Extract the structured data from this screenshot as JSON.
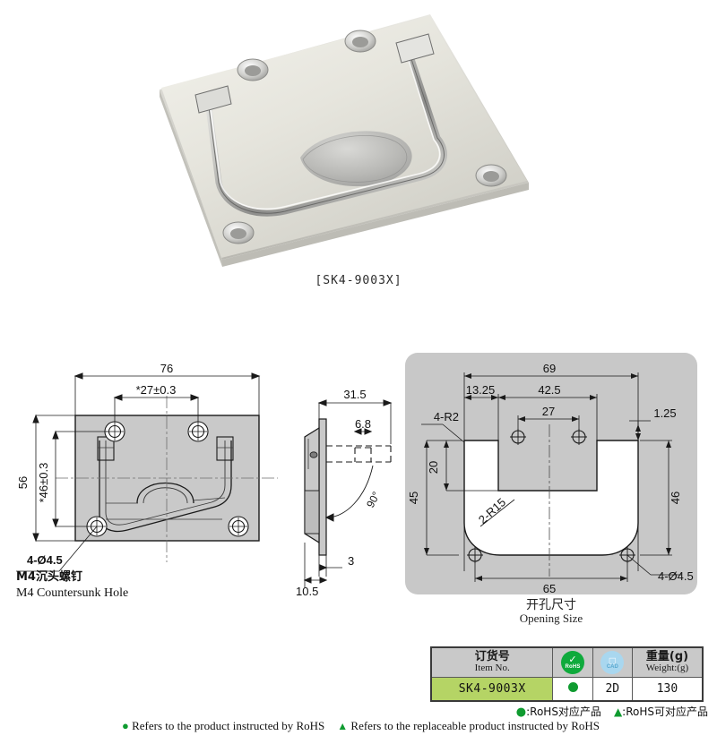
{
  "product": {
    "photo_alt": "stainless-steel-recessed-flush-pull-handle",
    "caption": "[SK4-9003X]"
  },
  "front_view": {
    "name": "front-view",
    "dims": {
      "width_overall": "76",
      "hole_pitch_horizontal": "*27±0.3",
      "height_overall": "56",
      "hole_pitch_vertical": "*46±0.3"
    },
    "note": {
      "line1": "4-Ø4.5",
      "line2": "M4沉头螺钉",
      "line3": "M4 Countersunk Hole"
    }
  },
  "side_view": {
    "name": "side-view",
    "dims": {
      "depth": "31.5",
      "inner_depth": "6.8",
      "angle": "90°",
      "plate_thickness": "3",
      "total_thickness": "10.5"
    }
  },
  "opening_view": {
    "name": "opening-size-view",
    "dims": {
      "top_overall": "69",
      "left_offset": "13.25",
      "mid_span": "42.5",
      "hole_pitch": "27",
      "right_offset": "1.25",
      "corner_radius_small": "4-R2",
      "corner_radius_large": "2-R15",
      "slot_depth": "20",
      "height_left": "45",
      "height_right": "46",
      "bottom_pitch": "65",
      "hole_callout": "4-Ø4.5"
    },
    "caption_cn": "开孔尺寸",
    "caption_en": "Opening Size"
  },
  "spec_table": {
    "headers": [
      {
        "cn": "订货号",
        "en": "Item No."
      },
      {
        "cn": "",
        "en": "",
        "icon": "rohs-icon",
        "icon_label": "RoHS"
      },
      {
        "cn": "",
        "en": "",
        "icon": "cad-icon",
        "icon_label": "CAD"
      },
      {
        "cn": "重量(g)",
        "en": "Weight:(g)"
      }
    ],
    "row": {
      "item_no": "SK4-9003X",
      "rohs": "●",
      "cad": "2D",
      "weight": "130"
    }
  },
  "legend": {
    "cn_dot_symbol": "●",
    "cn_dot_text": ":RoHS对应产品",
    "cn_tri_symbol": "▲",
    "cn_tri_text": ":RoHS可对应产品",
    "en_dot_symbol": "●",
    "en_dot_text": "Refers to the product instructed by RoHS",
    "en_tri_symbol": "▲",
    "en_tri_text": "Refers to the replaceable product instructed by RoHS"
  },
  "colors": {
    "panel_bg": "#c8c8c8",
    "item_row": "#b5d465",
    "header_row": "#c9c9c9",
    "rohs_green": "#0f9b30",
    "cad_blue": "#a9d7ef",
    "line": "#1a1a1a"
  }
}
